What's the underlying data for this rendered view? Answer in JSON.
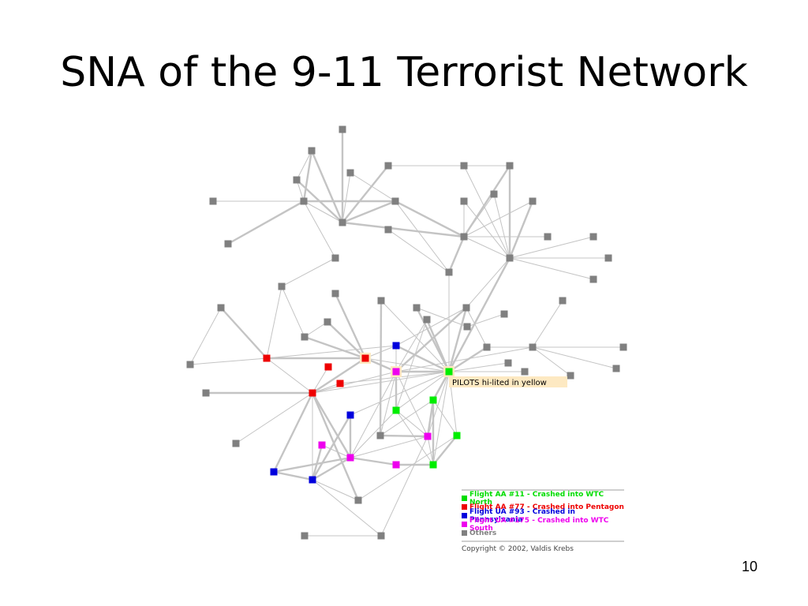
{
  "slide": {
    "title": "SNA of the 9-11 Terrorist Network",
    "page_number": "10"
  },
  "diagram": {
    "annotation": "PILOTS hi-lited in yellow",
    "colors": {
      "aa11": "#00ee00",
      "aa77": "#ee0000",
      "ua93": "#0000dd",
      "ua175": "#ee00ee",
      "other": "#808080",
      "edge": "#c4c4c4",
      "pilot_highlight": "#fde9c2"
    }
  },
  "legend": {
    "items": [
      {
        "label": "Flight AA #11 - Crashed into WTC North",
        "color": "#00dd00"
      },
      {
        "label": "Flight AA #77 - Crashed into Pentagon",
        "color": "#ee0000"
      },
      {
        "label": "Flight UA #93 - Crashed in Pennsylvania",
        "color": "#0000dd"
      },
      {
        "label": "Flight UA #175 - Crashed into WTC South",
        "color": "#ee00ee"
      },
      {
        "label": "Others",
        "color": "#808080"
      }
    ],
    "copyright": "Copyright © 2002, Valdis Krebs"
  }
}
